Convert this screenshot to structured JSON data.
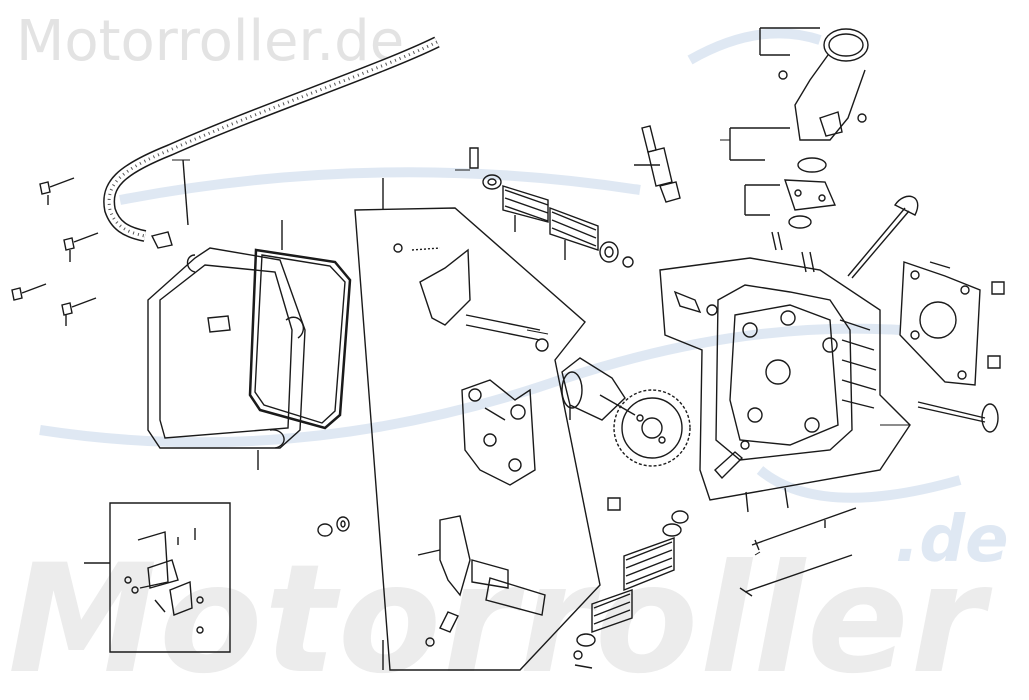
{
  "watermark": {
    "top_text": "Motorroller.de",
    "bottom_text": "Motorroller",
    "bottom_suffix": ".de"
  },
  "colors": {
    "ink": "#1a1a1a",
    "watermark_gray": "#e3e3e3",
    "watermark_blue": "#dfe8f3"
  }
}
